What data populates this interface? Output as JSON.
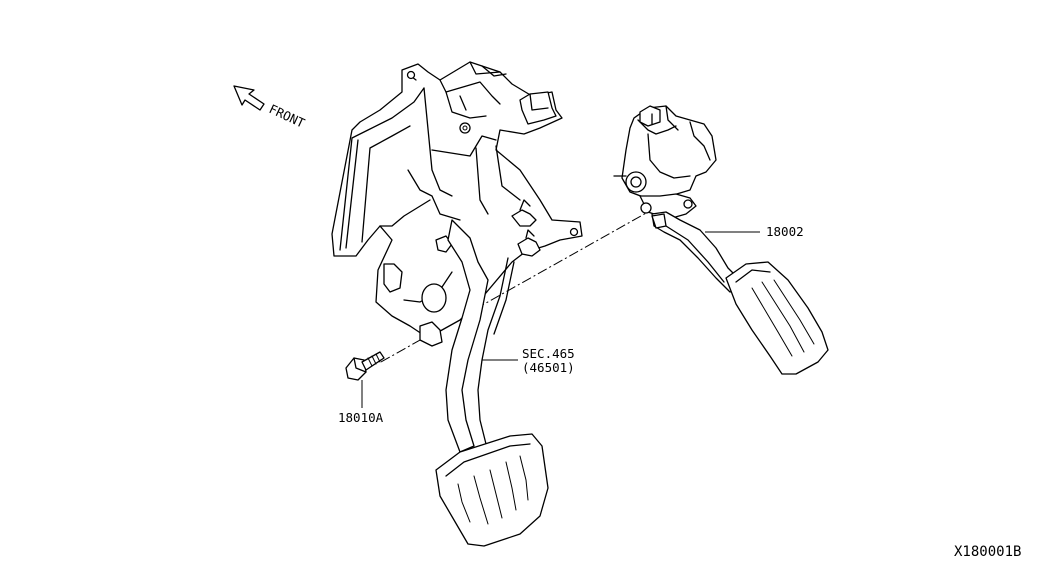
{
  "direction": {
    "label": "FRONT",
    "icon": "front-arrow-icon"
  },
  "parts": {
    "accelerator_pedal": {
      "ref": "18002"
    },
    "brake_pedal": {
      "ref_line1": "SEC.465",
      "ref_line2": "(46501)"
    },
    "bolt": {
      "ref": "18010A"
    }
  },
  "figure_code": "X180001B"
}
